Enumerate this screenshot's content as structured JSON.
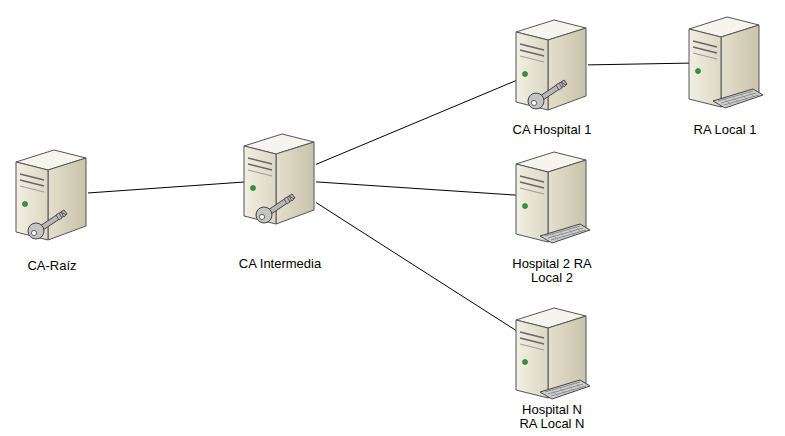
{
  "diagram": {
    "nodes": [
      {
        "text": [
          "CA-Raíz"
        ]
      },
      {
        "text": [
          "CA Intermedia"
        ]
      },
      {
        "text": [
          "CA Hospital 1"
        ]
      },
      {
        "text": [
          "RA Local 1"
        ]
      },
      {
        "text": [
          "Hospital 2 RA Local 2"
        ]
      },
      {
        "text": [
          "Hospital N RA Local N"
        ]
      }
    ],
    "edges": [
      {
        "from": 0,
        "to": 1,
        "arrow": "none"
      },
      {
        "from": 1,
        "to": 2,
        "arrow": "none"
      },
      {
        "from": 2,
        "to": 3,
        "arrow": "none"
      },
      {
        "from": 1,
        "to": 4,
        "arrow": "none"
      },
      {
        "from": 1,
        "to": 5,
        "arrow": "none"
      }
    ]
  }
}
